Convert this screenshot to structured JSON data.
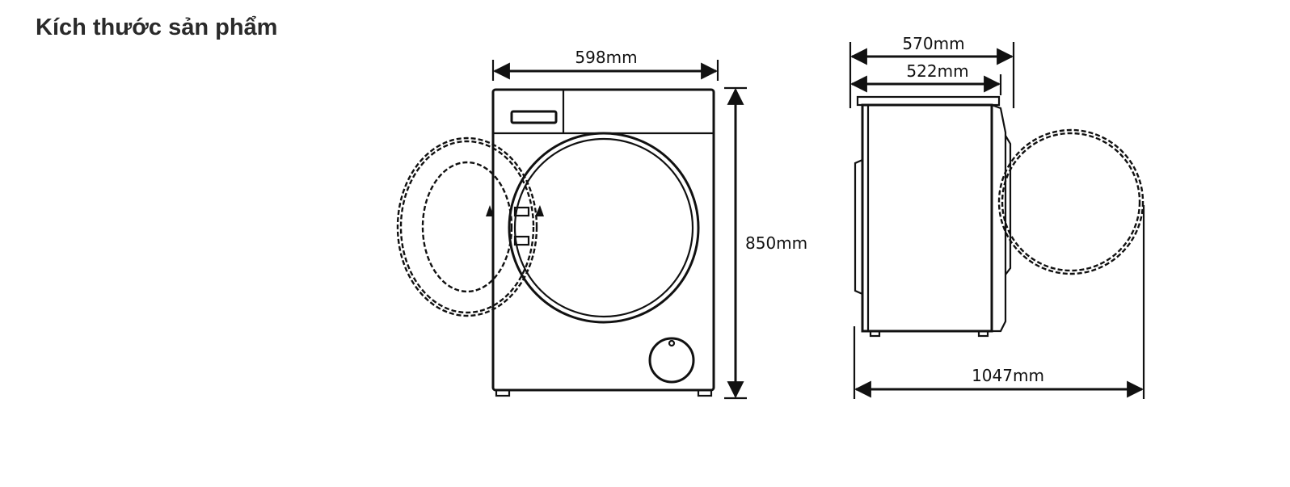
{
  "page": {
    "title": "Kích thước sản phẩm"
  },
  "dimensions": {
    "front_width": "598mm",
    "height": "850mm",
    "side_depth_total": "570mm",
    "side_depth_body": "522mm",
    "depth_door_open": "1047mm"
  }
}
